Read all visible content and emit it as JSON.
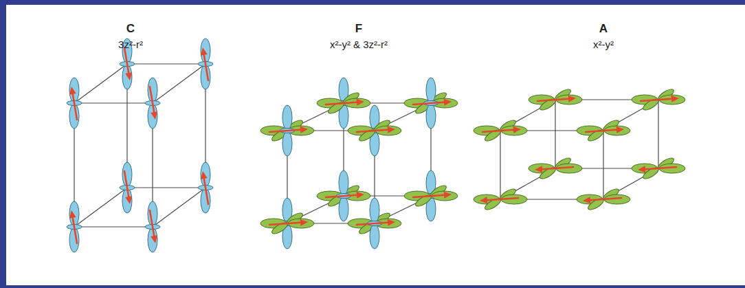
{
  "diagram": {
    "labels": [
      "C",
      "3z²-r²",
      "F",
      "x²-y² & 3z²-r²",
      "A",
      "x²-y²"
    ]
  }
}
